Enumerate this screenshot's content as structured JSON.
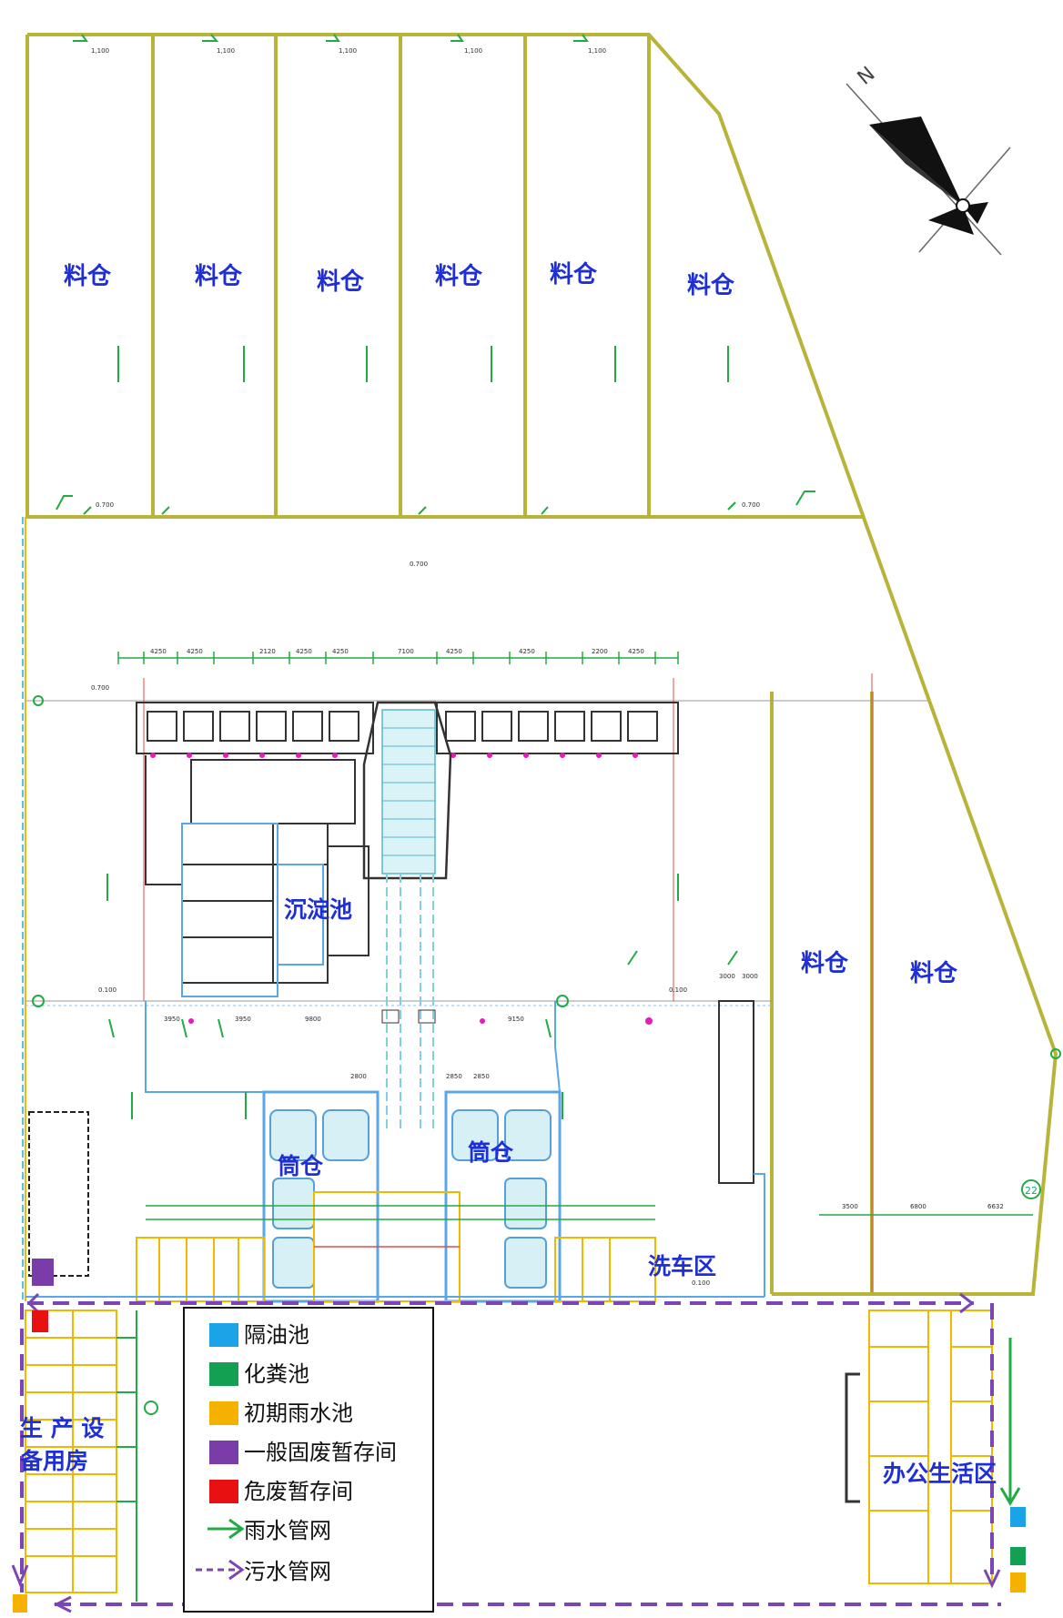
{
  "colors": {
    "boundary": "#b8b43a",
    "rain": "#22aa44",
    "sewage": "#7b45b5",
    "structure": "#333333",
    "water": "#5aa7e8",
    "area_label": "#1f2fd6",
    "oil_separator": "#1aa3e6",
    "septic_tank": "#13a052",
    "initial_rain_pool": "#f5b100",
    "general_waste": "#7a3ca8",
    "hazardous_waste": "#e81010"
  },
  "area_labels": {
    "bin_1": "料仓",
    "bin_2": "料仓",
    "bin_3": "料仓",
    "bin_4": "料仓",
    "bin_5": "料仓",
    "bin_6": "料仓",
    "bin_right_1": "料仓",
    "bin_right_2": "料仓",
    "sedimentation_tank": "沉淀池",
    "silo_left": "筒仓",
    "silo_right": "筒仓",
    "car_wash": "洗车区",
    "equipment_room": "生 产 设\n备用房",
    "office_area": "办公生活区"
  },
  "legend": {
    "items": [
      {
        "icon": "blue-square-icon",
        "label": "隔油池"
      },
      {
        "icon": "green-square-icon",
        "label": "化粪池"
      },
      {
        "icon": "yellow-square-icon",
        "label": "初期雨水池"
      },
      {
        "icon": "purple-square-icon",
        "label": "一般固废暂存间"
      },
      {
        "icon": "red-square-icon",
        "label": "危废暂存间"
      },
      {
        "icon": "green-arrow-icon",
        "label": "雨水管网"
      },
      {
        "icon": "purple-dashed-arrow-icon",
        "label": "污水管网"
      }
    ]
  },
  "drawing_annotations": {
    "bin_width_marks": [
      "1,100",
      "1,100",
      "1,100",
      "1,100",
      "1,100"
    ],
    "level_marks": [
      "0.700",
      "0.700",
      "0.700",
      "0.700",
      "0.100",
      "0.100",
      "0.100"
    ],
    "dimensions_top": [
      "4250",
      "4250",
      "2120",
      "4250",
      "4250",
      "7100",
      "4250",
      "4250",
      "2200",
      "4250"
    ],
    "dimensions_mid": [
      "2800",
      "3950",
      "9800",
      "2850",
      "2850",
      "3950",
      "9150"
    ],
    "dimensions_right": [
      "3500",
      "6800",
      "6632",
      "3000",
      "3000"
    ],
    "marker_22": "22"
  }
}
